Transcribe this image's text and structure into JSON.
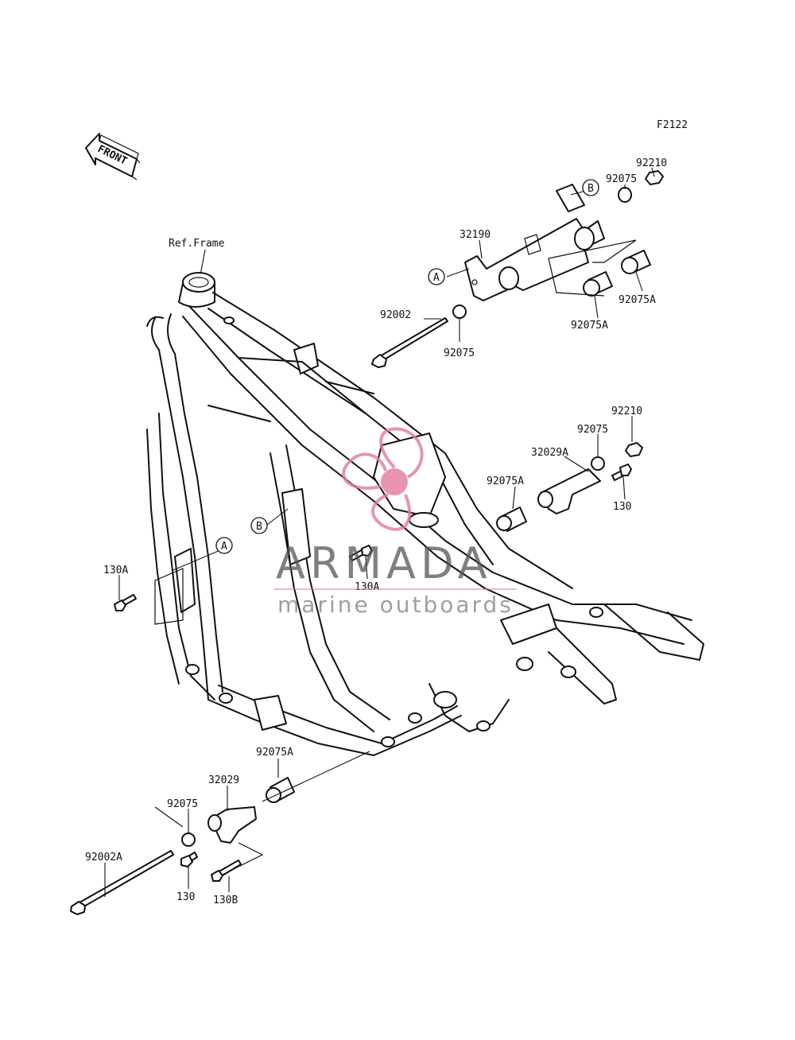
{
  "diagram_code": "F2122",
  "front_label": "FRONT",
  "ref_frame_label": "Ref.Frame",
  "parts": {
    "p92210_top": "92210",
    "p92075_top": "92075",
    "p32190": "32190",
    "p92075A_r1": "92075A",
    "p92075A_r2": "92075A",
    "p92002": "92002",
    "p92075_mid": "92075",
    "p92210_mid": "92210",
    "p92075_mid2": "92075",
    "p32029A": "32029A",
    "p92075A_mid": "92075A",
    "p130_mid": "130",
    "p130A_left": "130A",
    "p130A_center": "130A",
    "p92075A_low": "92075A",
    "p32029": "32029",
    "p92075_low": "92075",
    "p92002A": "92002A",
    "p130_low": "130",
    "p130B": "130B"
  },
  "callouts": {
    "A_right": "A",
    "B_right": "B",
    "A_left": "A",
    "B_left": "B"
  },
  "watermark": {
    "title": "ARMADA",
    "subtitle": "marine outboards",
    "logo_color": "#e07aa0"
  }
}
